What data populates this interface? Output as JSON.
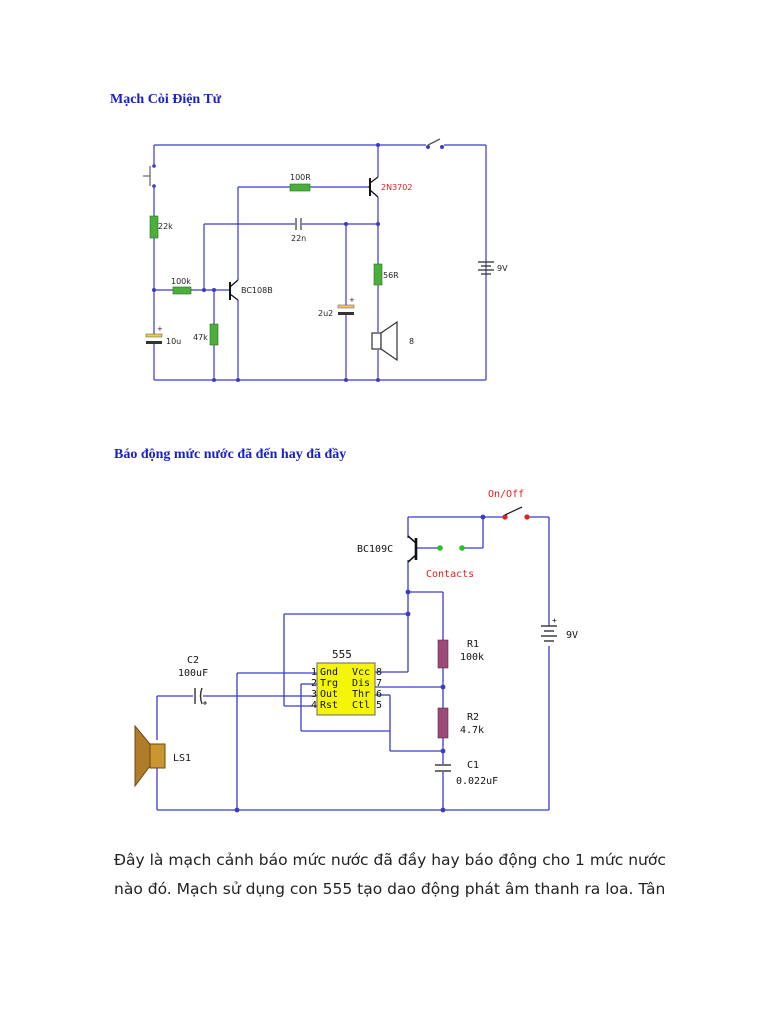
{
  "colors": {
    "heading": "#1a20c8",
    "wire": "#3a3ad0",
    "resistor1": "#4caf3c",
    "resistor2": "#9c4a7a",
    "ic_body": "#f5f50a",
    "red_label": "#e02020",
    "contact_dot": "#22c422"
  },
  "section1": {
    "title": "Mạch Còi Điện Tử",
    "labels": {
      "r100": "100R",
      "pnp": "2N3702",
      "r22k": "22k",
      "c22n": "22n",
      "battery": "9V",
      "r100k": "100k",
      "npn": "BC108B",
      "r56": "56R",
      "c2u2": "2u2",
      "c10u": "10u",
      "r47k": "47k",
      "speaker": "8"
    }
  },
  "section2": {
    "title": "Báo động mức nước đã đến hay đã đầy",
    "labels": {
      "switch": "On/Off",
      "transistor": "BC109C",
      "contacts": "Contacts",
      "ic": "555",
      "r1_name": "R1",
      "r1_val": "100k",
      "r2_name": "R2",
      "r2_val": "4.7k",
      "c1_name": "C1",
      "c1_val": "0.022uF",
      "c2_name": "C2",
      "c2_val": "100uF",
      "speaker": "LS1",
      "battery": "9V"
    },
    "ic_pins": {
      "left": [
        "Gnd",
        "Trg",
        "Out",
        "Rst"
      ],
      "left_nums": [
        "1",
        "2",
        "3",
        "4"
      ],
      "right": [
        "Vcc",
        "Dis",
        "Thr",
        "Ctl"
      ],
      "right_nums": [
        "8",
        "7",
        "6",
        "5"
      ]
    }
  },
  "paragraph": {
    "line1": "Đây là mạch cảnh báo mức nước đã đầy hay báo động cho 1 mức nước",
    "line2": "nào đó. Mạch sử dụng con 555 tạo dao động phát âm thanh ra loa. Tân"
  }
}
